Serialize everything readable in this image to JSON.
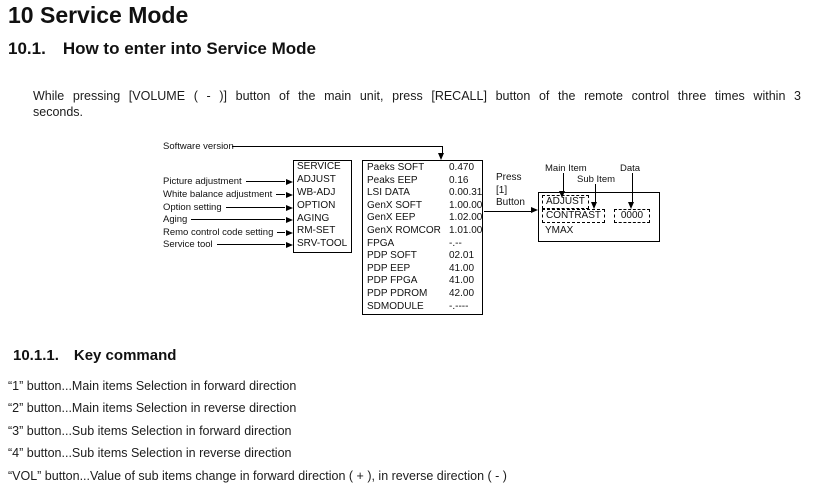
{
  "doc": {
    "h1": "10 Service Mode",
    "h2_num": "10.1.",
    "h2_title": "How to enter into Service Mode",
    "intro_line1": "While pressing [VOLUME ( - )] button of the main unit, press [RECALL] button of the remote control three times within 3",
    "intro_line2": "seconds.",
    "h3_num": "10.1.1.",
    "h3_title": "Key command",
    "key_commands": [
      "“1” button...Main items Selection in forward direction",
      "“2” button...Main items Selection in reverse direction",
      "“3” button...Sub items Selection in forward direction",
      "“4” button...Sub items Selection in reverse direction",
      "“VOL” button...Value of sub items change in forward direction ( + ), in reverse direction ( - )"
    ]
  },
  "diagram": {
    "software_version_label": "Software version",
    "left_labels": [
      "Picture adjustment",
      "White balance adjustment",
      "Option setting",
      "Aging",
      "Remo control code setting",
      "Service tool"
    ],
    "service_menu": [
      "SERVICE",
      "ADJUST",
      "WB-ADJ",
      "OPTION",
      "AGING",
      "RM-SET",
      "SRV-TOOL"
    ],
    "version_rows": [
      {
        "name": "Paeks SOFT",
        "value": "0.470"
      },
      {
        "name": "Peaks EEP",
        "value": "0.16"
      },
      {
        "name": "LSI DATA",
        "value": "0.00.31"
      },
      {
        "name": "GenX SOFT",
        "value": "1.00.00"
      },
      {
        "name": "GenX EEP",
        "value": "1.02.00"
      },
      {
        "name": "GenX ROMCOR",
        "value": "1.01.00"
      },
      {
        "name": "FPGA",
        "value": "-.--"
      },
      {
        "name": "PDP SOFT",
        "value": "02.01"
      },
      {
        "name": "PDP EEP",
        "value": "41.00"
      },
      {
        "name": "PDP FPGA",
        "value": "41.00"
      },
      {
        "name": "PDP PDROM",
        "value": "42.00"
      },
      {
        "name": "SDMODULE",
        "value": "-.----"
      }
    ],
    "press_lines": [
      "Press",
      "[1]",
      "Button"
    ],
    "screen_labels": {
      "main": "Main Item",
      "sub": "Sub Item",
      "data": "Data"
    },
    "screen": {
      "main_item": "ADJUST",
      "sub_item": "CONTRAST",
      "data": "0000",
      "next_item": "YMAX"
    }
  }
}
